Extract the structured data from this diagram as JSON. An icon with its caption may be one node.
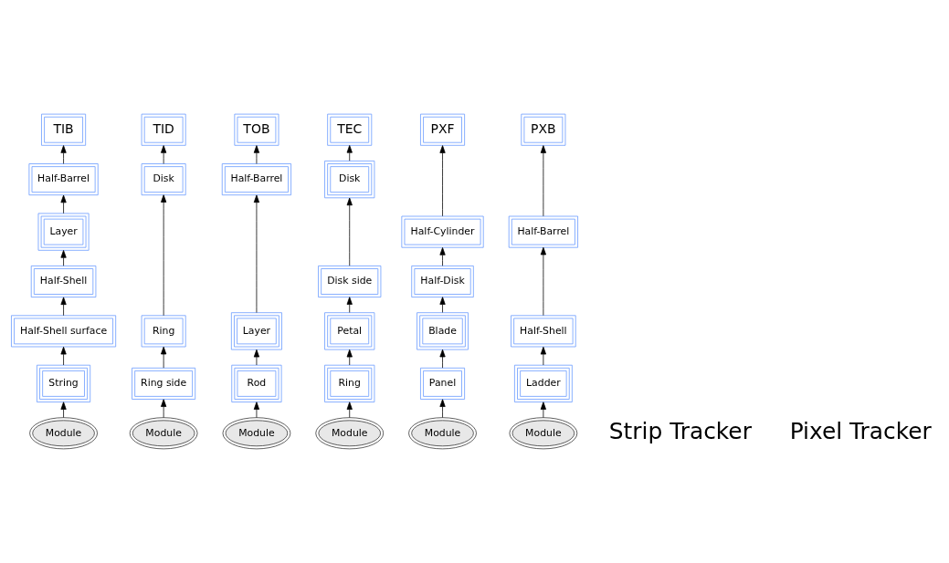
{
  "diagram": {
    "nodes": [
      {
        "text": [
          "TIB"
        ]
      },
      {
        "text": [
          "Half-Barrel"
        ]
      },
      {
        "text": [
          "Layer"
        ]
      },
      {
        "text": [
          "Half-Shell"
        ]
      },
      {
        "text": [
          "Half-Shell surface"
        ]
      },
      {
        "text": [
          "String"
        ]
      },
      {
        "text": [
          "Module"
        ]
      },
      {
        "text": [
          "TID"
        ]
      },
      {
        "text": [
          "Disk"
        ]
      },
      {
        "text": [
          "Ring"
        ]
      },
      {
        "text": [
          "Ring side"
        ]
      },
      {
        "text": [
          "Module"
        ]
      },
      {
        "text": [
          "TOB"
        ]
      },
      {
        "text": [
          "Half-Barrel"
        ]
      },
      {
        "text": [
          "Layer"
        ]
      },
      {
        "text": [
          "Rod"
        ]
      },
      {
        "text": [
          "Module"
        ]
      },
      {
        "text": [
          "TEC"
        ]
      },
      {
        "text": [
          "Disk"
        ]
      },
      {
        "text": [
          "Disk side"
        ]
      },
      {
        "text": [
          "Petal"
        ]
      },
      {
        "text": [
          "Ring"
        ]
      },
      {
        "text": [
          "Module"
        ]
      },
      {
        "text": [
          "PXF"
        ]
      },
      {
        "text": [
          "Half-Cylinder"
        ]
      },
      {
        "text": [
          "Half-Disk"
        ]
      },
      {
        "text": [
          "Blade"
        ]
      },
      {
        "text": [
          "Panel"
        ]
      },
      {
        "text": [
          "Module"
        ]
      },
      {
        "text": [
          "PXB"
        ]
      },
      {
        "text": [
          "Half-Barrel"
        ]
      },
      {
        "text": [
          "Half-Shell"
        ]
      },
      {
        "text": [
          "Ladder"
        ]
      },
      {
        "text": [
          "Module"
        ]
      }
    ],
    "edges": [
      {
        "from": 6,
        "to": 5,
        "arrow": "to"
      },
      {
        "from": 5,
        "to": 4,
        "arrow": "to"
      },
      {
        "from": 4,
        "to": 3,
        "arrow": "to"
      },
      {
        "from": 3,
        "to": 2,
        "arrow": "to"
      },
      {
        "from": 2,
        "to": 1,
        "arrow": "to"
      },
      {
        "from": 1,
        "to": 0,
        "arrow": "to"
      },
      {
        "from": 11,
        "to": 10,
        "arrow": "to"
      },
      {
        "from": 10,
        "to": 9,
        "arrow": "to"
      },
      {
        "from": 9,
        "to": 8,
        "arrow": "to"
      },
      {
        "from": 8,
        "to": 7,
        "arrow": "to"
      },
      {
        "from": 16,
        "to": 15,
        "arrow": "to"
      },
      {
        "from": 15,
        "to": 14,
        "arrow": "to"
      },
      {
        "from": 14,
        "to": 13,
        "arrow": "to"
      },
      {
        "from": 13,
        "to": 12,
        "arrow": "to"
      },
      {
        "from": 22,
        "to": 21,
        "arrow": "to"
      },
      {
        "from": 21,
        "to": 20,
        "arrow": "to"
      },
      {
        "from": 20,
        "to": 19,
        "arrow": "to"
      },
      {
        "from": 19,
        "to": 18,
        "arrow": "to"
      },
      {
        "from": 18,
        "to": 17,
        "arrow": "to"
      },
      {
        "from": 28,
        "to": 27,
        "arrow": "to"
      },
      {
        "from": 27,
        "to": 26,
        "arrow": "to"
      },
      {
        "from": 26,
        "to": 25,
        "arrow": "to"
      },
      {
        "from": 25,
        "to": 24,
        "arrow": "to"
      },
      {
        "from": 24,
        "to": 23,
        "arrow": "to"
      },
      {
        "from": 33,
        "to": 32,
        "arrow": "to"
      },
      {
        "from": 32,
        "to": 31,
        "arrow": "to"
      },
      {
        "from": 31,
        "to": 30,
        "arrow": "to"
      },
      {
        "from": 30,
        "to": 29,
        "arrow": "to"
      }
    ],
    "labels": [
      "Strip Tracker",
      "Pixel Tracker"
    ]
  }
}
